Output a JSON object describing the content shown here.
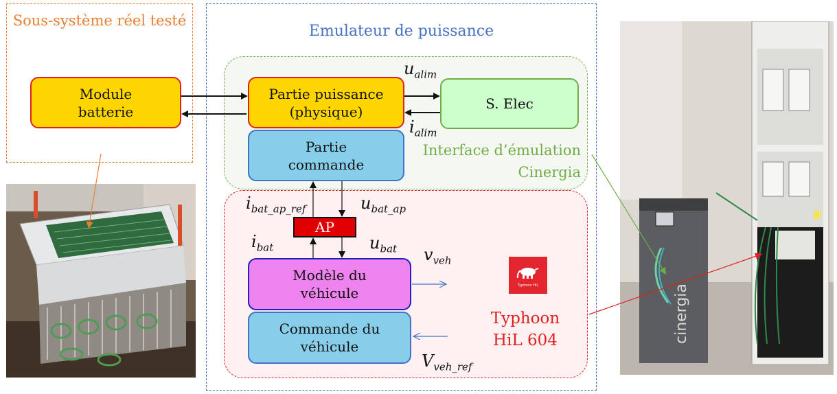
{
  "titles": {
    "subsystem": "Sous-système réel testé",
    "emulator": "Emulateur de puissance",
    "interface": "Interface d’émulation Cinergia",
    "typhoon": "Typhoon HiL 604"
  },
  "blocks": {
    "module_batterie": "Module batterie",
    "partie_puissance": "Partie puissance (physique)",
    "s_elec": "S. Elec",
    "partie_commande": "Partie commande",
    "ap": "AP",
    "modele_vehicule": "Modèle du véhicule",
    "commande_vehicule": "Commande du véhicule"
  },
  "variables": {
    "u_alim": {
      "base": "u",
      "sub": "alim"
    },
    "i_alim": {
      "base": "i",
      "sub": "alim"
    },
    "i_bat_ap_ref": {
      "base": "i",
      "sub": "bat_ap_ref"
    },
    "u_bat_ap": {
      "base": "u",
      "sub": "bat_ap"
    },
    "i_bat": {
      "base": "i",
      "sub": "bat"
    },
    "u_bat": {
      "base": "u",
      "sub": "bat"
    },
    "v_veh": {
      "base": "v",
      "sub": "veh"
    },
    "V_veh_ref": {
      "base": "V",
      "sub": "veh_ref"
    }
  },
  "logo": {
    "text": "Typhoon HiL"
  },
  "colors": {
    "orange": "#ED7D31",
    "blue": "#4472C4",
    "green": "#70AD47",
    "red": "#E02020",
    "yellow": "#FFD500",
    "lightblue": "#87CEEB",
    "lightgreen": "#CCFFCC",
    "magenta": "#EE82EE"
  }
}
